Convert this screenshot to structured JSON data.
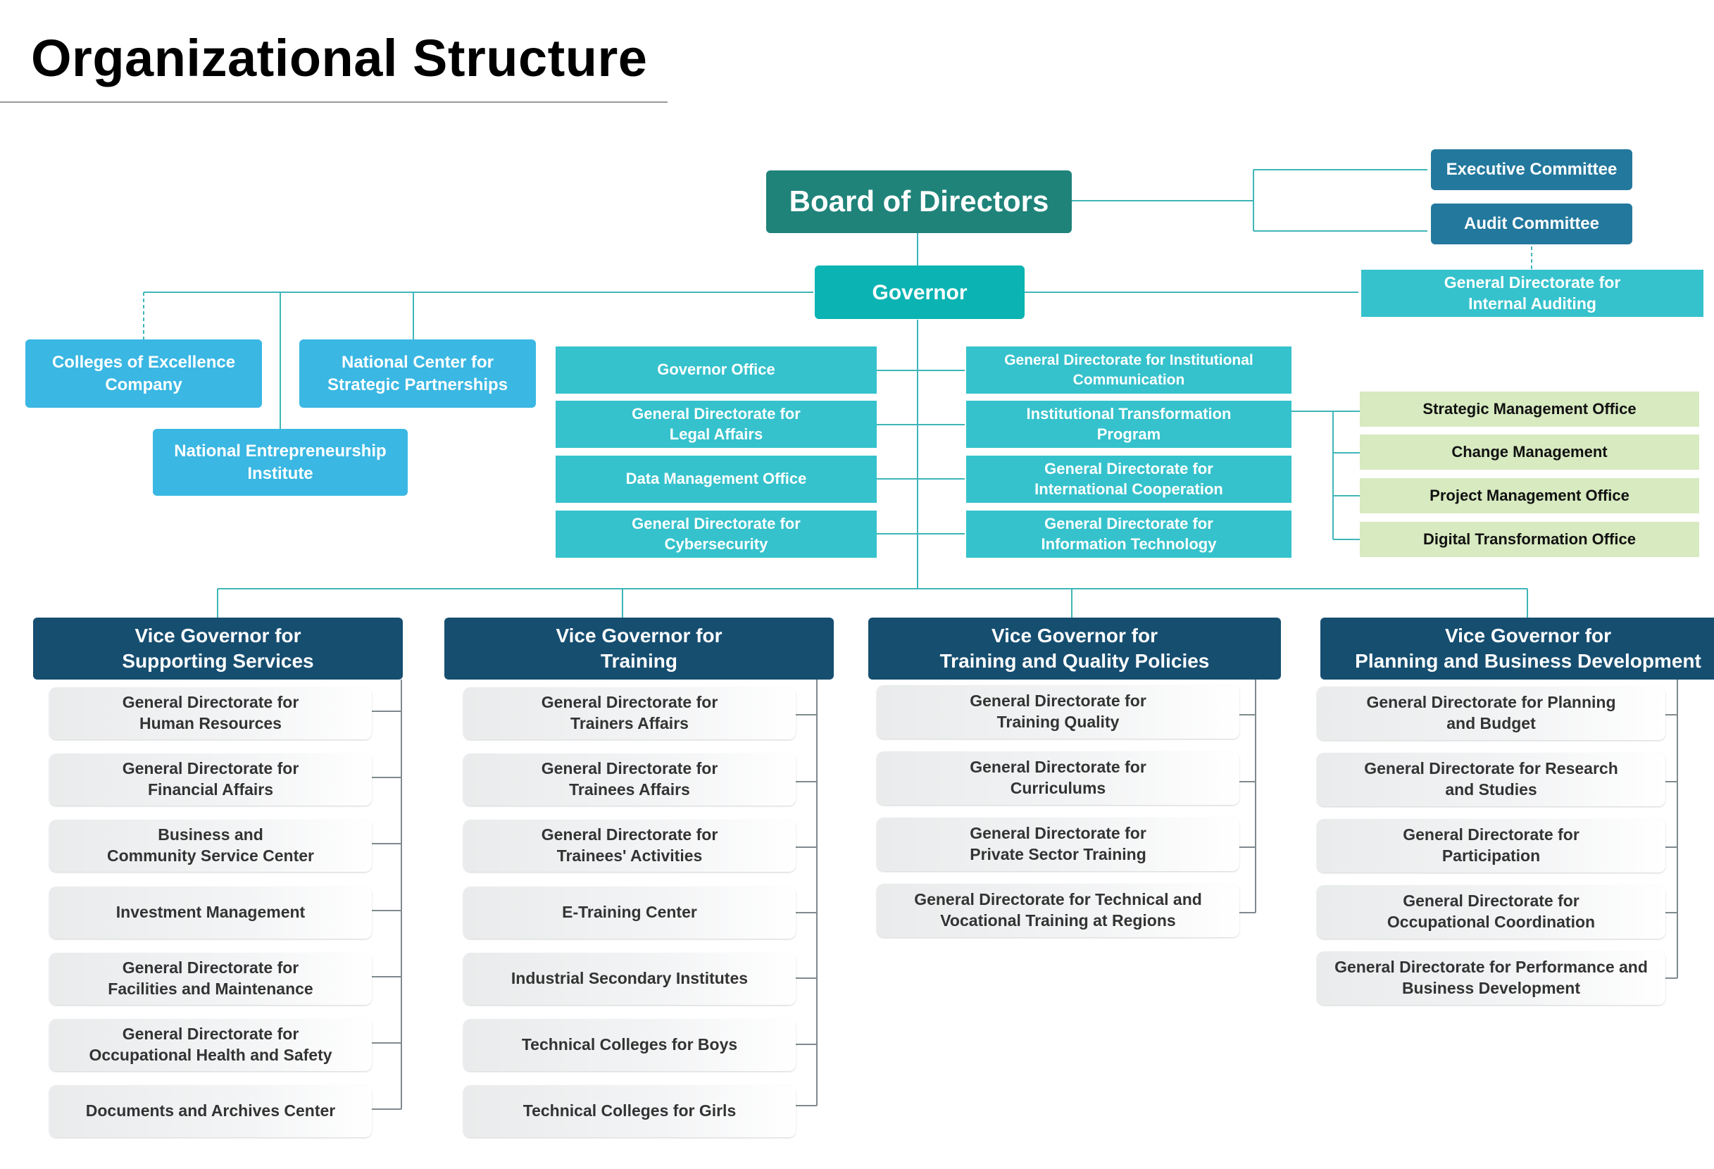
{
  "title": "Organizational Structure",
  "board": "Board of Directors",
  "committees": [
    "Executive Committee",
    "Audit Committee"
  ],
  "internal_audit": "General Directorate for\nInternal Auditing",
  "governor": "Governor",
  "affiliates": [
    "Colleges of Excellence\nCompany",
    "National Center for\nStrategic Partnerships",
    "National Entrepreneurship\nInstitute"
  ],
  "governor_units_left": [
    "Governor Office",
    "General Directorate for\nLegal Affairs",
    "Data Management Office",
    "General Directorate for\nCybersecurity"
  ],
  "governor_units_right": [
    "General Directorate for Institutional\nCommunication",
    "Institutional Transformation\nProgram",
    "General Directorate for\nInternational Cooperation",
    "General Directorate for\nInformation Technology"
  ],
  "transformation_offices": [
    "Strategic Management Office",
    "Change Management",
    "Project Management Office",
    "Digital Transformation Office"
  ],
  "vice_governors": [
    {
      "title": "Vice Governor for\nSupporting Services",
      "units": [
        "General Directorate for\nHuman Resources",
        "General Directorate for\nFinancial Affairs",
        "Business and\nCommunity Service Center",
        "Investment Management",
        "General Directorate for\nFacilities and Maintenance",
        "General Directorate for\nOccupational Health and Safety",
        "Documents and Archives Center"
      ]
    },
    {
      "title": "Vice Governor for\nTraining",
      "units": [
        "General Directorate for\nTrainers Affairs",
        "General Directorate for\nTrainees Affairs",
        "General Directorate for\nTrainees' Activities",
        "E-Training Center",
        "Industrial Secondary Institutes",
        "Technical Colleges for Boys",
        "Technical Colleges for Girls"
      ]
    },
    {
      "title": "Vice Governor for\nTraining and Quality Policies",
      "units": [
        "General Directorate for\nTraining Quality",
        "General Directorate for\nCurriculums",
        "General Directorate for\nPrivate Sector Training",
        "General Directorate for Technical and\nVocational Training at Regions"
      ]
    },
    {
      "title": "Vice Governor for\nPlanning and Business Development",
      "units": [
        "General Directorate for Planning\nand Budget",
        "General Directorate for Research\nand Studies",
        "General Directorate for\nParticipation",
        "General Directorate for\nOccupational Coordination",
        "General Directorate for Performance and\nBusiness Development"
      ]
    }
  ]
}
